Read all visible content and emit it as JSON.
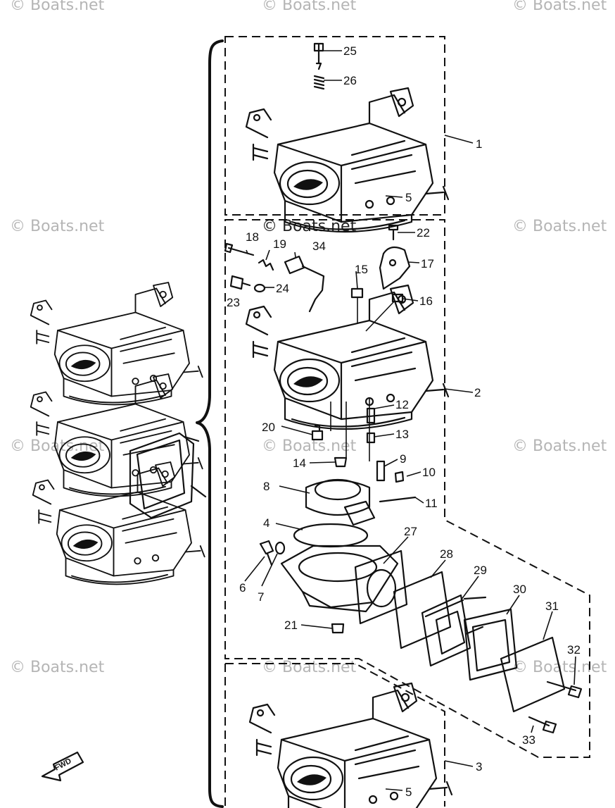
{
  "watermark": "© Boats.net",
  "direction_label": "FWD",
  "callouts": {
    "c1": "1",
    "c2": "2",
    "c3": "3",
    "c4": "4",
    "c5a": "5",
    "c5b": "5",
    "c6": "6",
    "c7": "7",
    "c8": "8",
    "c9": "9",
    "c10": "10",
    "c11": "11",
    "c12": "12",
    "c13": "13",
    "c14": "14",
    "c15": "15",
    "c16": "16",
    "c17": "17",
    "c18": "18",
    "c19": "19",
    "c20": "20",
    "c21": "21",
    "c22": "22",
    "c23": "23",
    "c24": "24",
    "c25": "25",
    "c26": "26",
    "c27": "27",
    "c28": "28",
    "c29": "29",
    "c30": "30",
    "c31": "31",
    "c32": "32",
    "c33": "33",
    "c34": "34"
  },
  "colors": {
    "ink": "#111111",
    "watermark": "#b5b5b5",
    "background": "#ffffff"
  }
}
